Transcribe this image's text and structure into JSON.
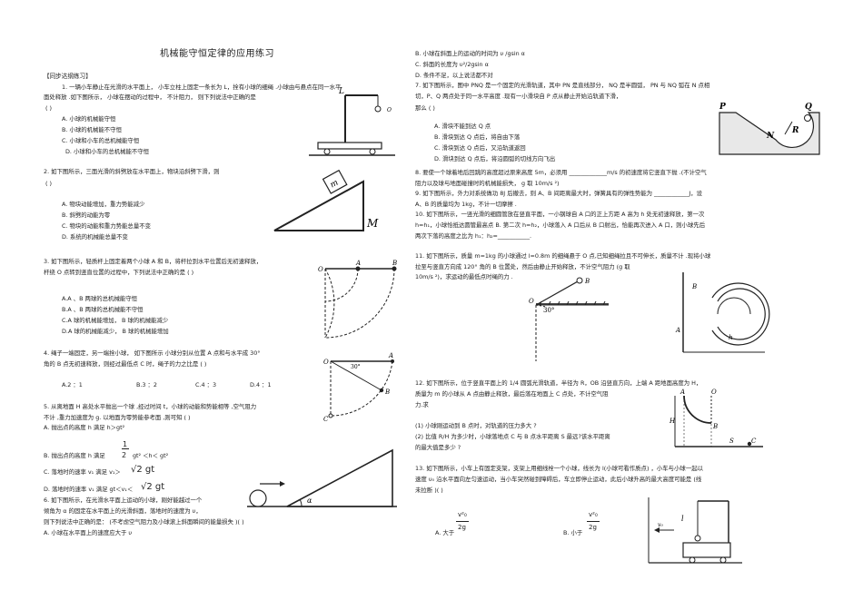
{
  "title": "机械能守恒定律的应用练习",
  "section": "【同步达纲练习】",
  "left": {
    "q1": [
      "1. 一辆小车静止在光滑的水平面上，    小车立柱上固定一条长为    L，拴有小球的细绳 .小球由与悬点在同一水平",
      "面处释放 .如下图所示，  小球在摆动的过程中，    不计阻力，  则下列说法中正确的是",
      "(      )"
    ],
    "q1_opts": [
      "A. 小球的机械能守恒",
      "B. 小球的机械能不守恒",
      "C. 小球和小车的总机械能守恒",
      "D. 小球和小车的总机械能不守恒"
    ],
    "q1_fig": "L",
    "q2": [
      "2. 如下图所示，三面光滑的斜劈放在水平面上，物块沿斜劈下滑，则",
      "(      )"
    ],
    "q2_opts": [
      "A. 物块动能增加，重力势能减少",
      "B. 斜劈的动能为零",
      "C. 物块的动能和重力势能总量不变",
      "D. 系统的机械能总量不变"
    ],
    "q2_fig": [
      "m",
      "M"
    ],
    "q3": [
      "3. 如下图所示，轻质杆上固定着两个小球      A 和 B，将杆拉到水平位置后无初速释放，",
      "杆绕  O 点转到竖直位置的过程中，下列说法中正确的是          (      )"
    ],
    "q3_opts": [
      "A.A 、B  两球的总机械能守恒",
      "B.A 、B  两球的总机械能不守恒",
      "C.A   球的机械能增加，    B 球的机械能减少",
      "D.A   球的机械能减少，    B 球的机械能增加"
    ],
    "q3_fig": [
      "O",
      "A",
      "B"
    ],
    "q4": [
      "4. 绳子一端固定，另一端拴小球，    如下图所示  小球分别从位置   A 点和与水平成  30°",
      "角的 B 点无初速释放，则经过最低点       C 时，绳子的力之比是     (     )"
    ],
    "q4_opts": [
      "A.2  ：1",
      "B.3  ：2",
      "C.4  ：3",
      "D.4  ：1"
    ],
    "q4_fig": [
      "O",
      "A",
      "30°",
      "B",
      "C"
    ],
    "q5": [
      "5. 从离地面  H 高处水平抛出一个球    ,经过时间  t，小球的动能和势能相等   ,空气阻力",
      "不计 ,重力加速度为   g. 以地面为零势能参考面   ,则可知 (      )",
      "A. 抛出点的高度    h 满足 h＞gt²"
    ],
    "q5_b": [
      "B. 抛出点的高度   h 满足",
      "1",
      "2",
      "gt² ＜h＜ gt²"
    ],
    "q5_c": [
      "C. 落地时的速率    v₁ 满足 v₁＞",
      "√2 gt"
    ],
    "q5_d": [
      "D. 落地时的速率    v₁ 满足  gt＜v₁＜",
      "√2 gt"
    ],
    "q6": [
      "6. 如下图所示，在光滑水平面上运动的小球，刚好能越过一个",
      "倾角为 α 的固定在水平面上的光滑斜面，落地时的速度为        υ，",
      "则下列说法中正确的是：                  (不考虑空气阻力及小球滚上斜面瞬间的能量损失            )(      )",
      "A. 小球在水平面上的速度应大于        υ"
    ],
    "q6_fig": "α"
  },
  "right": {
    "q6_cont": [
      "B. 小球在斜面上的运动的时间为        υ  /gsin   α",
      "C. 斜面的长度为    υ²/2gsin   α",
      "D. 条件不足，以上说法都不对"
    ],
    "q7": [
      "7. 如下图所示，图中     PNQ  是一个固定的光滑轨道，其中       PN 是直线部分，    NQ 是半圆弧，     PN 与 NQ 弧在 N 点相",
      "切，P、Q 两点处于同一水平高度  .现有一小滑块自    P 点从静止开始沿轨道下滑，",
      "那么 (      )"
    ],
    "q7_opts": [
      "A. 滑块不能到达  Q 点",
      "B. 滑块到达  Q 点后，将自由下落",
      "C. 滑块到达  Q 点后，又沿轨道返回",
      "D. 滑块到达  Q 点后，将沿圆弧的切线方向飞出"
    ],
    "q7_fig": [
      "P",
      "Q",
      "N",
      "R"
    ],
    "q8": [
      "8. 要使一个球着地后回跳的高度超过原来高度          5m，必须用 _____________m/s  的初速度将它竖直下抛  .(不计空气",
      "阻力以及球与地面碰撞时的机械能损失，         g 取 10m/s  ²)"
    ],
    "q9": [
      "9. 如下图所示，外力对系统做功      8J  后撤去，则  A、B 间距离最大时，弹簧具有的弹性势能为           ____________J，设",
      "A、B 的质量均为   1kg，不计一切摩擦  ."
    ],
    "q10": [
      "10. 如下图所示，一竖光滑的细圆管放在竖直平面，一小钢球自          A 口的正上方距   A 高为 h 处无初速释放，第一次",
      "h=h₁，小球恰抵达圆管最高点       B. 第二次 h=h₂，小球落入  A 口后从 B 口射出，恰能再次进入    A 口，则小球先后",
      "两次下落的高度之比为    h₁：h₂=___________."
    ],
    "q11": [
      "11. 如下图所示，质量    m=1kg  的小球通过   l=0.8m  的细绳悬于  O 点,已知细绳拉且不可伸长，质量不计      .现将小球",
      "拉至与竖直方向成     120° 角的 B 位置处，然后由静止开始释放，不计空气阻力          (g                        取",
      "10m/s   ²)，求运动的最低点时绳的力      ."
    ],
    "q11_fig": [
      "B",
      "30°",
      "O"
    ],
    "q10_fig": [
      "B",
      "A",
      "h"
    ],
    "q12": [
      "12. 如下图所示，位于竖直平面上的         1/4   圆弧光滑轨道，半径为    R，OB 沿竖直方向，上端   A 距地面高度为   H，",
      "质量为  m 的小球从  A 点由静止释放，最后落在地面上      C 点处，不计空气阻",
      "力.求",
      "(1) 小球刚运动到   B 点时，对轨道的压力多大   ?",
      "(2) 比值 R/H  为多少时，小球落地点     C 与 B 点水平距离  S 最远?该水平距离",
      "的最大值是多少   ?"
    ],
    "q12_fig": [
      "O",
      "A",
      "B",
      "H",
      "S",
      "C"
    ],
    "q13": [
      "13. 如下图所示，小车上有固定支架，支架上用细线栓一个小球，线长为            l(小球可看作质点) ，小车与小球一起以",
      "速度  υ₀ 沿水平面向左匀速运动，当小车突然碰到障碍后，车立即停止运动，此后小球升高的最大高度可能是                          (线",
      "未拉断 )(      )"
    ],
    "q13_opts": [
      {
        "letter": "A. 大于",
        "num": "v²₀",
        "den": "2g"
      },
      {
        "letter": "B. 小于",
        "num": "v²₀",
        "den": "2g"
      }
    ],
    "q13_fig": [
      "l",
      "v₀"
    ]
  }
}
